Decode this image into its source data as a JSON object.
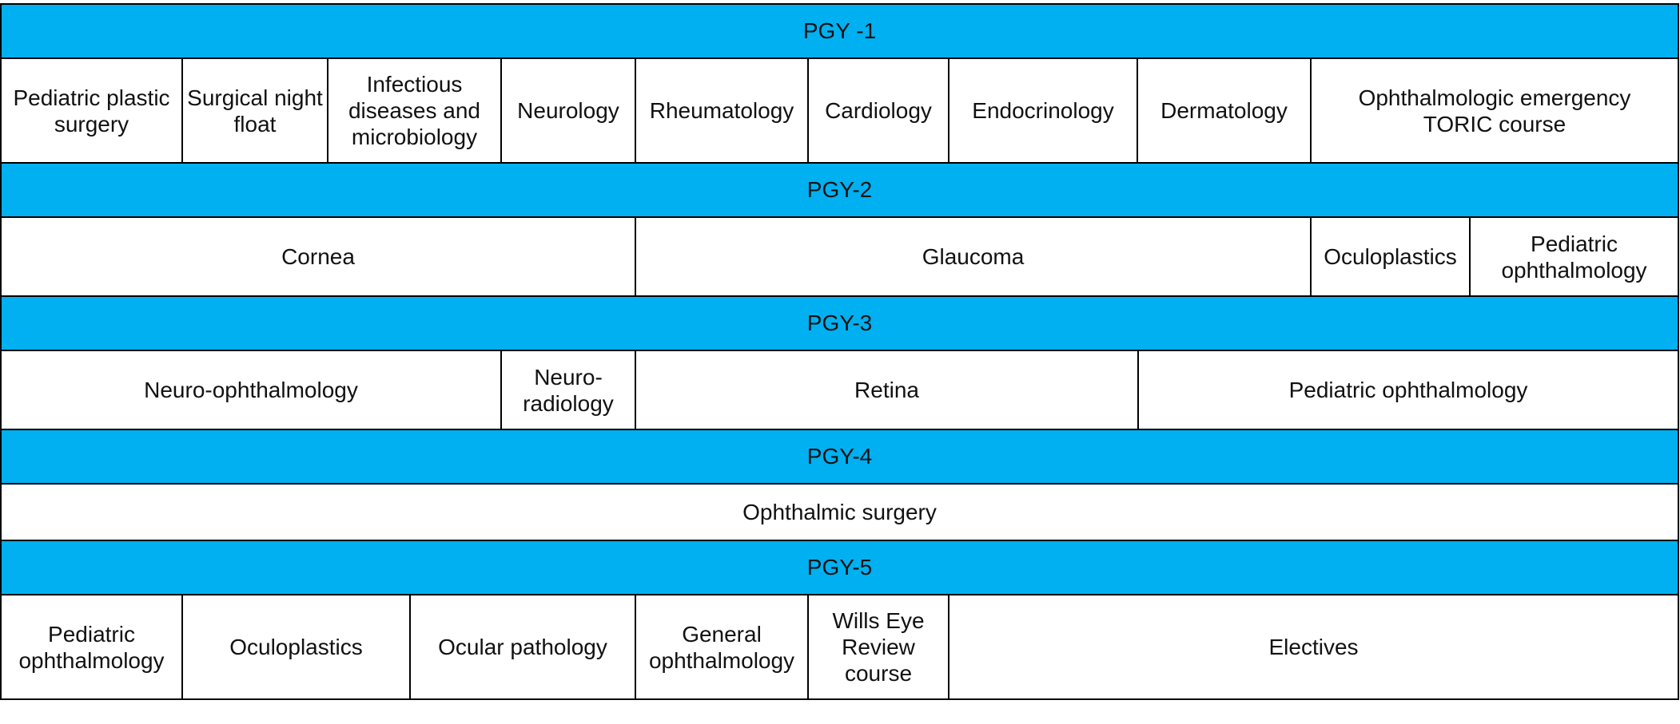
{
  "colors": {
    "header_bg": "#00b0f0",
    "border": "#000000",
    "text": "#111111",
    "cell_bg": "#ffffff"
  },
  "years": [
    {
      "label": "PGY -1",
      "rotations": [
        "Pediatric plastic\nsurgery",
        "Surgical night\nfloat",
        "Infectious\ndiseases and\nmicrobiology",
        "Neurology",
        "Rheumatology",
        "Cardiology",
        "Endocrinology",
        "Dermatology",
        "Ophthalmologic emergency\nTORIC course"
      ]
    },
    {
      "label": "PGY-2",
      "rotations": [
        "Cornea",
        "Glaucoma",
        "Oculoplastics",
        "Pediatric\nophthalmology"
      ]
    },
    {
      "label": "PGY-3",
      "rotations": [
        "Neuro-ophthalmology",
        "Neuro-\nradiology",
        "Retina",
        "Pediatric ophthalmology"
      ]
    },
    {
      "label": "PGY-4",
      "rotations": [
        "Ophthalmic surgery"
      ]
    },
    {
      "label": "PGY-5",
      "rotations": [
        "Pediatric\nophthalmology",
        "Oculoplastics",
        "Ocular pathology",
        "General\nophthalmology",
        "Wills Eye\nReview\ncourse",
        "Electives"
      ]
    }
  ]
}
